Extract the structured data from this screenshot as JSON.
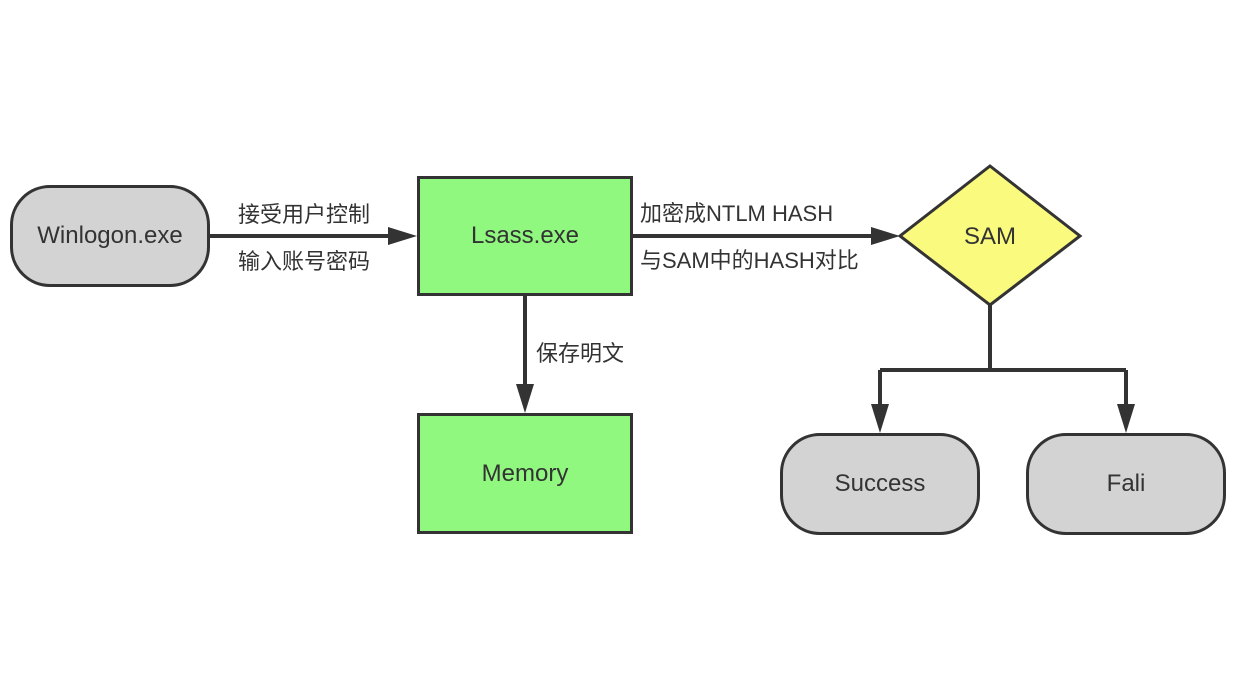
{
  "nodes": {
    "winlogon": "Winlogon.exe",
    "lsass": "Lsass.exe",
    "memory": "Memory",
    "sam": "SAM",
    "success": "Success",
    "fail": "Fali"
  },
  "edges": {
    "winlogon_to_lsass": {
      "line1": "接受用户控制",
      "line2": "输入账号密码"
    },
    "lsass_to_memory": {
      "label": "保存明文"
    },
    "lsass_to_sam": {
      "line1": "加密成NTLM HASH",
      "line2": "与SAM中的HASH对比"
    }
  },
  "colors": {
    "terminal_fill": "#d3d3d3",
    "process_fill": "#90f77f",
    "decision_fill": "#fafa7f",
    "stroke": "#333333"
  }
}
